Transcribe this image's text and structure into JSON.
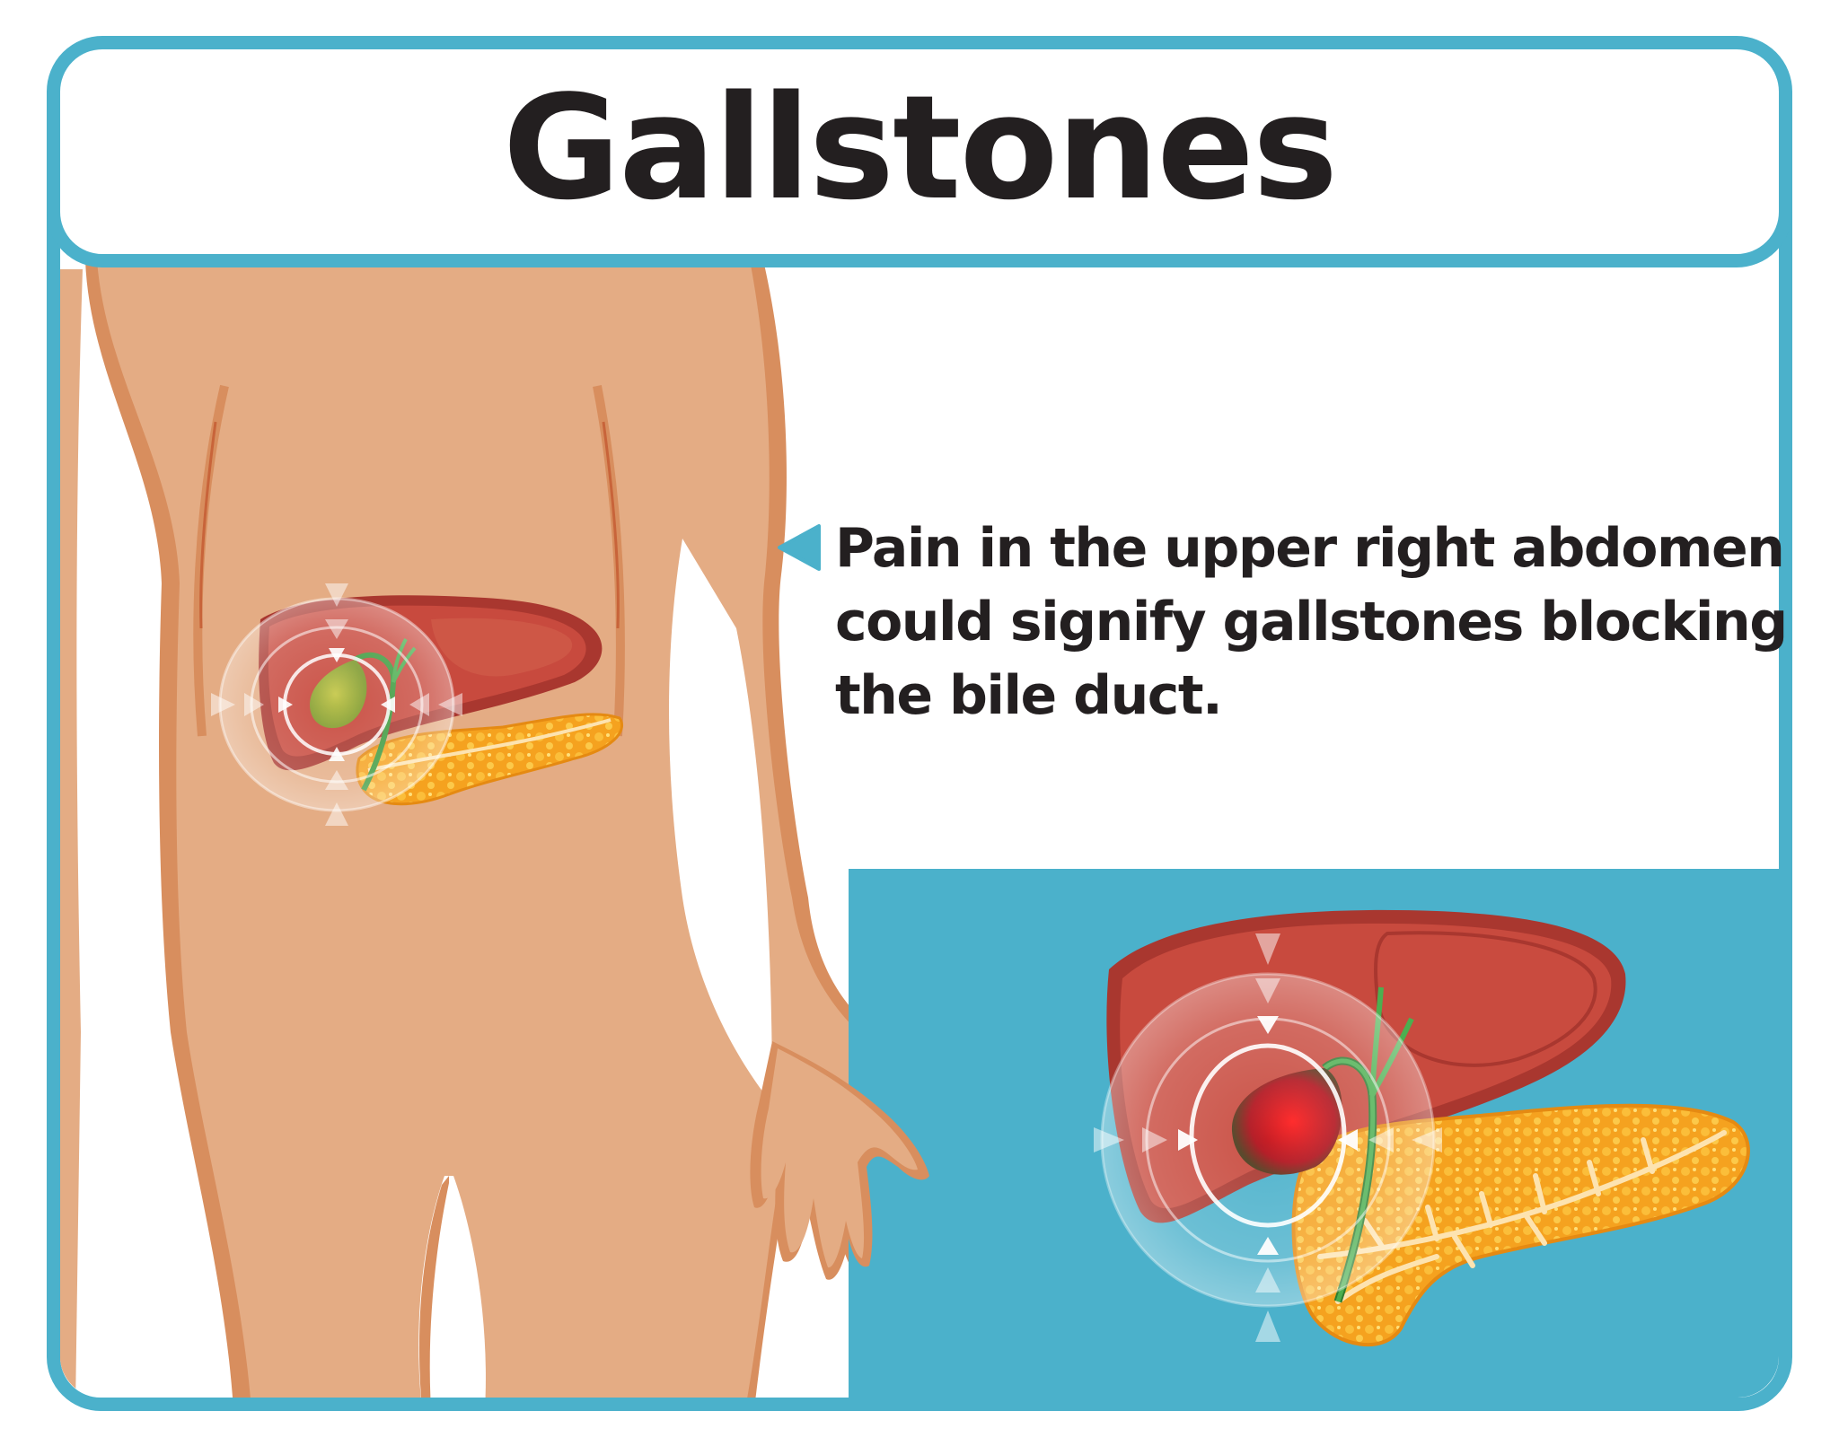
{
  "title": "Gallstones",
  "caption": {
    "lines": [
      "Pain in the upper right abdomen",
      "could signify gallstones blocking",
      "the bile duct."
    ]
  },
  "figures": {
    "body": "human-torso-front-view",
    "inset": "liver-gallbladder-pancreas-closeup"
  },
  "colors": {
    "accent_teal": "#4BB1CB",
    "skin": "#E4AC84",
    "skin_shadow": "#D88E5E",
    "liver": "#C84A3E",
    "liver_dark": "#A9372F",
    "pancreas": "#F7A42A",
    "gallbladder": "#9AAE3A",
    "gallbladder_inflamed": "#D71920",
    "bile_duct": "#4CAF50",
    "text": "#231f20"
  }
}
